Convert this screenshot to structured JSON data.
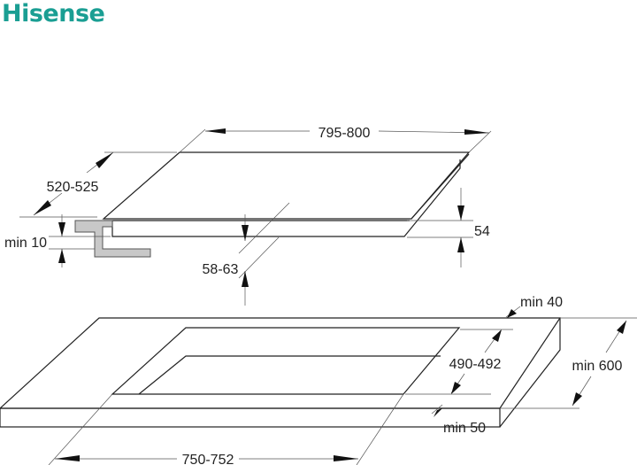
{
  "brand": {
    "logo_text": "Hisense",
    "color": "#1a9e93"
  },
  "hob_dimensions": {
    "width": "795-800",
    "depth": "520-525",
    "clearance_front": "min 10",
    "total_height": "58-63",
    "hob_height": "54"
  },
  "cutout_dimensions": {
    "back_margin": "min 40",
    "cutout_depth": "490-492",
    "worktop_depth": "min 600",
    "front_margin": "min 50",
    "cutout_width": "750-752"
  },
  "colors": {
    "bracket": "#c8c8c8",
    "line": "#222222"
  }
}
